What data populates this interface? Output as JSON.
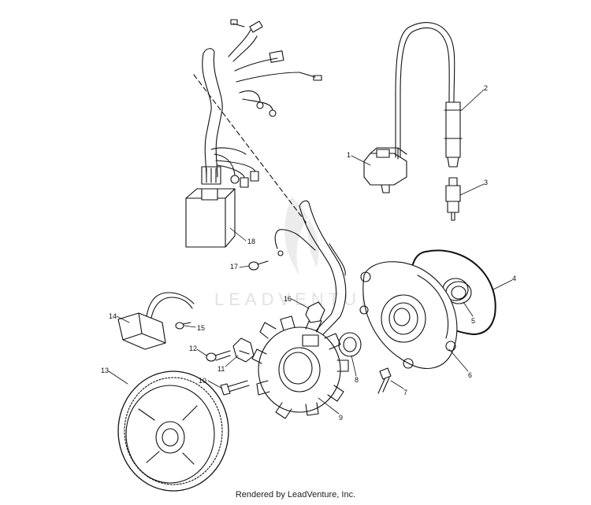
{
  "diagram": {
    "watermark": "LEADVENTURE",
    "footer": "Rendered by LeadVenture, Inc.",
    "callouts": {
      "c1": "1",
      "c2": "2",
      "c3": "3",
      "c4": "4",
      "c5": "5",
      "c6": "6",
      "c7": "7",
      "c8": "8",
      "c9": "9",
      "c10": "10",
      "c11": "11",
      "c12": "12",
      "c13": "13",
      "c14": "14",
      "c15": "15",
      "c16": "16",
      "c17": "17",
      "c18": "18"
    }
  }
}
